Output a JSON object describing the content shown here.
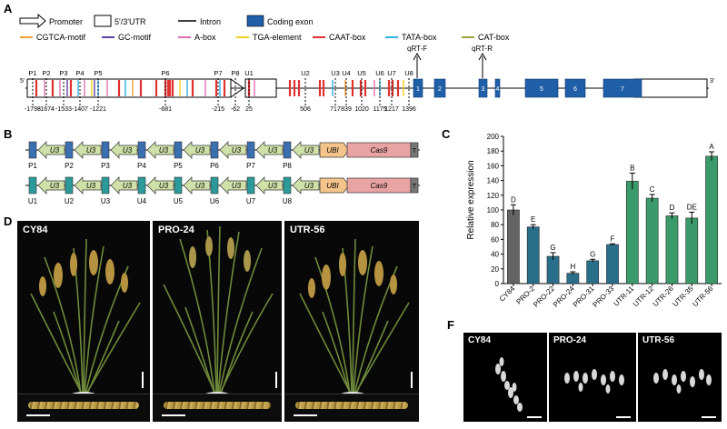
{
  "panel_labels": {
    "a": "A",
    "b": "B",
    "c": "C",
    "d": "D",
    "e": "F"
  },
  "legend": {
    "promoter": "Promoter",
    "utr": "5'/3'UTR",
    "intron": "Intron",
    "coding_exon": "Coding exon",
    "motifs": [
      {
        "name": "CGTCA-motif",
        "color": "#f0a030"
      },
      {
        "name": "GC-motif",
        "color": "#6040a0"
      },
      {
        "name": "A-box",
        "color": "#e070b0"
      },
      {
        "name": "TGA-element",
        "color": "#f0d020"
      },
      {
        "name": "CAAT-box",
        "color": "#e03030"
      },
      {
        "name": "TATA-box",
        "color": "#30b0e0"
      },
      {
        "name": "CAT-box",
        "color": "#a0a040"
      }
    ]
  },
  "gene": {
    "five_prime": "5'",
    "three_prime": "3'",
    "qrt_f": "qRT-F",
    "qrt_r": "qRT-R",
    "pro_sites": [
      "P1",
      "P2",
      "P3",
      "P4",
      "P5",
      "P6",
      "P7",
      "P8"
    ],
    "utr_sites": [
      "U1",
      "U2",
      "U3",
      "U4",
      "U5",
      "U6",
      "U7",
      "U8"
    ],
    "positions": [
      "-1798",
      "-1674",
      "-1533",
      "-1407",
      "-1221",
      "-681",
      "-215",
      "-62",
      "25",
      "506",
      "717",
      "839",
      "1020",
      "1175",
      "1217",
      "1396"
    ],
    "exons": [
      "1",
      "2",
      "3",
      "4",
      "5",
      "6",
      "7"
    ]
  },
  "constructs": {
    "u3": "U3",
    "ubi": "UBI",
    "cas9": "Cas9",
    "term": "T",
    "row1": [
      "P1",
      "P2",
      "P3",
      "P4",
      "P5",
      "P6",
      "P7",
      "P8"
    ],
    "row2": [
      "U1",
      "U2",
      "U3",
      "U4",
      "U5",
      "U6",
      "U7",
      "U8"
    ]
  },
  "chart_data": {
    "type": "bar",
    "categories": [
      "CY84",
      "PRO-2",
      "PRO-22",
      "PRO-24",
      "PRO-31",
      "PRO-33",
      "UTR-11",
      "UTR-12",
      "UTR-26",
      "UTR-35",
      "UTR-56"
    ],
    "values": [
      100,
      77,
      37,
      14,
      31,
      53,
      139,
      116,
      92,
      89,
      173
    ],
    "errors": [
      7,
      3,
      5,
      2,
      2,
      1,
      11,
      5,
      4,
      8,
      6
    ],
    "letters": [
      "D",
      "E",
      "G",
      "H",
      "G",
      "F",
      "B",
      "C",
      "D",
      "DE",
      "A"
    ],
    "colors": [
      "#646464",
      "#2a6f8a",
      "#2a6f8a",
      "#2a6f8a",
      "#2a6f8a",
      "#2a6f8a",
      "#3a9a6a",
      "#3a9a6a",
      "#3a9a6a",
      "#3a9a6a",
      "#3a9a6a"
    ],
    "ylabel": "Relative expression",
    "ylim": [
      0,
      200
    ],
    "yticks": [
      0,
      20,
      40,
      60,
      80,
      100,
      120,
      140,
      160,
      180,
      200
    ]
  },
  "photos_d": [
    "CY84",
    "PRO-24",
    "UTR-56"
  ],
  "photos_f": [
    "CY84",
    "PRO-24",
    "UTR-56"
  ]
}
